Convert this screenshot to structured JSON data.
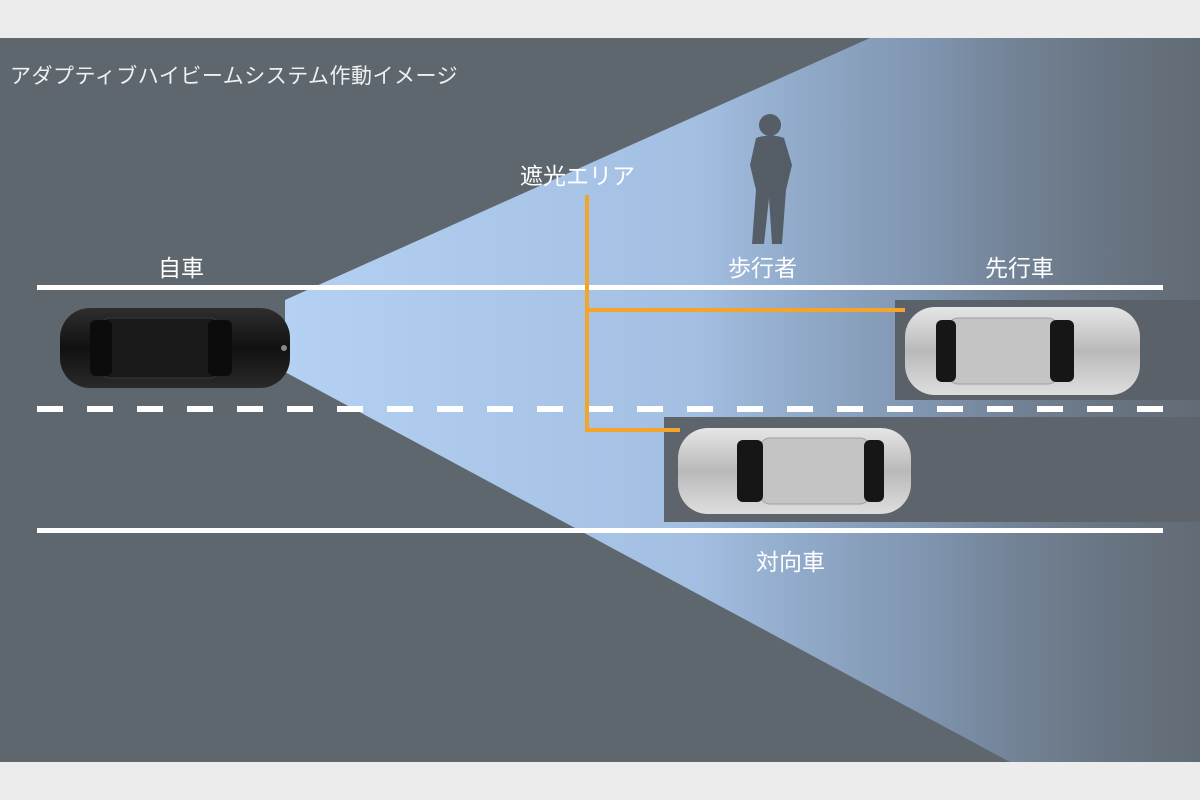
{
  "title": "アダプティブハイビームシステム作動イメージ",
  "labels": {
    "shade_area": "遮光エリア",
    "ego_vehicle": "自車",
    "pedestrian": "歩行者",
    "preceding_vehicle": "先行車",
    "oncoming_vehicle": "対向車"
  },
  "colors": {
    "frame": "#ececec",
    "background": "#5f676e",
    "road_line": "#ffffff",
    "beam": "#a9c7ee",
    "shade_leader": "#f2a52a",
    "shadow": "#555b60",
    "ego_car": "#1c1c1c",
    "other_car": "#c9c9c9"
  }
}
